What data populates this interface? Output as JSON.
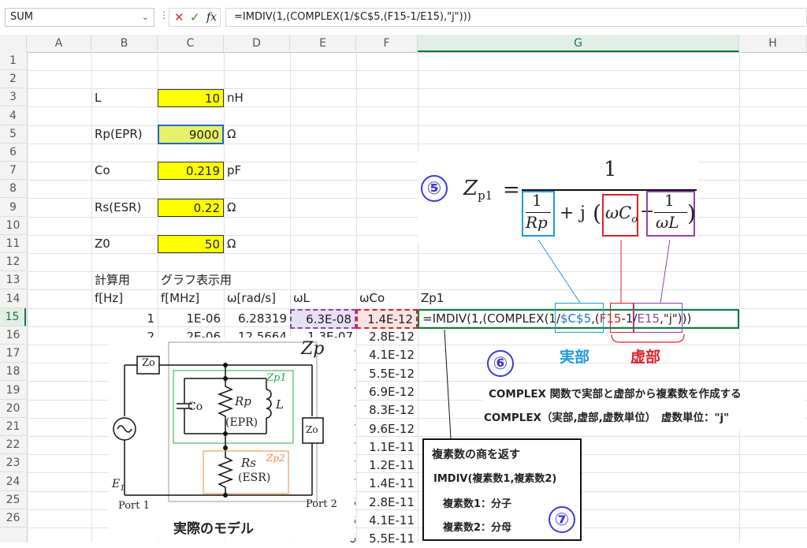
{
  "formula_bar": {
    "name_box": "SUM",
    "formula": "=IMDIV(1,(COMPLEX(1/$C$5,(F15-1/E15),\"j\")))"
  },
  "columns": [
    "A",
    "B",
    "C",
    "D",
    "E",
    "F",
    "G",
    "H"
  ],
  "rows": [
    "1",
    "2",
    "3",
    "4",
    "5",
    "6",
    "7",
    "8",
    "9",
    "10",
    "11",
    "12",
    "13",
    "14",
    "15",
    "16",
    "17",
    "18",
    "19",
    "20",
    "21",
    "22",
    "23",
    "24",
    "25",
    "26"
  ],
  "params": [
    {
      "label": "L",
      "value": "10",
      "unit": "nH"
    },
    {
      "label": "Rp(EPR)",
      "value": "9000",
      "unit": "Ω"
    },
    {
      "label": "Co",
      "value": "0.219",
      "unit": "pF"
    },
    {
      "label": "Rs(ESR)",
      "value": "0.22",
      "unit": "Ω"
    },
    {
      "label": "Z0",
      "value": "50",
      "unit": "Ω"
    }
  ],
  "section_labels": {
    "calc": "計算用",
    "graph": "グラフ表示用"
  },
  "headers": {
    "b": "f[Hz]",
    "c": "f[MHz]",
    "d": "ω[rad/s]",
    "e": "ωL",
    "f": "ωCo",
    "g": "Zp1"
  },
  "row15": {
    "b": "1",
    "c": "1E-06",
    "d": "6.28319",
    "e": "6.3E-08",
    "f": "1.4E-12",
    "g_parts": [
      "=IMDIV(1,(COMPLEX(1/",
      "$C$5",
      ",(",
      "F15",
      "-1/",
      "E15",
      ",\"j\")))"
    ]
  },
  "row16_partial": {
    "b": "2",
    "c": "2E-06",
    "d": "12.5664",
    "e": "1.3E-07"
  },
  "f_values": [
    "2.8E-12",
    "4.1E-12",
    "5.5E-12",
    "6.9E-12",
    "8.3E-12",
    "9.6E-12",
    "1.1E-11",
    "1.2E-11",
    "1.4E-11",
    "2.8E-11",
    "4.1E-11",
    "5.5E-11"
  ],
  "e_tail": [
    "7",
    "7",
    "7",
    "7",
    "7",
    "7",
    "7",
    "7",
    "7",
    "6",
    "6",
    "6"
  ],
  "equation": {
    "number": "⑤",
    "lhs": "Z",
    "lhs_sub": "p1",
    "num": "1",
    "frac_num": "1",
    "frac_den": "Rp",
    "j": "j",
    "omega_c": "ωC",
    "c_sub": "o",
    "minus": "−",
    "wl_num": "1",
    "wl_den": "ωL"
  },
  "annotation6": {
    "number": "⑥",
    "real": "実部",
    "imag": "虚部",
    "line1": "COMPLEX 関数で実部と虚部から複素数を作成する",
    "line2": "COMPLEX（実部,虚部,虚数単位）　虚数単位：\"j\""
  },
  "annotation7": {
    "number": "⑦",
    "title": "複素数の商を返す",
    "line1": "IMDIV(複素数1,複素数2)",
    "line2": "複素数1：分子",
    "line3": "複素数2：分母"
  },
  "circuit": {
    "zo_left": "Zo",
    "zo_right": "Zo",
    "zp": "Zp",
    "zp1": "Zp1",
    "zp2": "Zp2",
    "co": "Co",
    "rp": "Rp",
    "epr": "(EPR)",
    "l": "L",
    "rs": "Rs",
    "esr": "(ESR)",
    "e1": "E",
    "e1_sub": "1",
    "port1": "Port 1",
    "port2": "Port 2",
    "caption": "実際のモデル"
  },
  "colors": {
    "blue_box": "#1f9bd6",
    "red_box": "#e0202a",
    "purple_box": "#8e44ad",
    "green": "#2aa84a",
    "orange": "#f08a3c",
    "accent": "#3b3bd8",
    "excel_green": "#107c41"
  }
}
